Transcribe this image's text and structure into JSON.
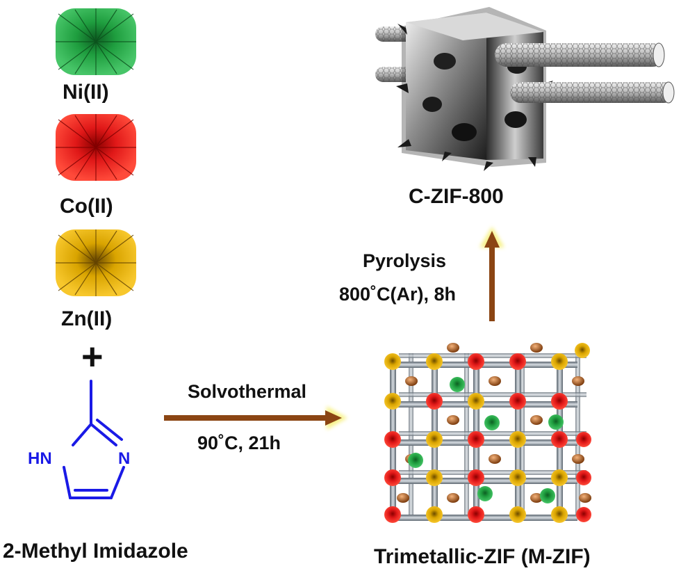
{
  "labels": {
    "ni": "Ni(II)",
    "co": "Co(II)",
    "zn": "Zn(II)",
    "plus": "+",
    "ligand": "2-Methyl Imidazole",
    "solvothermal": "Solvothermal",
    "solvothermal_conditions": "90˚C, 21h",
    "pyrolysis": "Pyrolysis",
    "pyrolysis_conditions": "800˚C(Ar), 8h",
    "product": "C-ZIF-800",
    "framework": "Trimetallic-ZIF (M-ZIF)"
  },
  "molecule": {
    "hn": "HN",
    "n": "N"
  },
  "colors": {
    "ni": "#1f9e3f",
    "co": "#e01818",
    "zn": "#e8b500",
    "molecule": "#1a1ae6",
    "arrow": "#8b4513",
    "arrow_glow": "#f7f28a",
    "linker": "#c56b2a",
    "rod": "#9aa3ad"
  }
}
